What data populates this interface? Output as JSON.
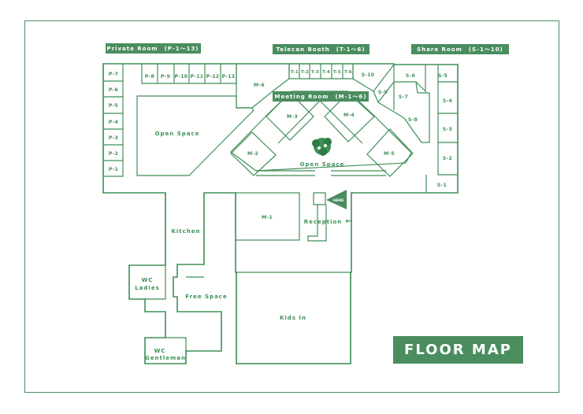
{
  "headers": {
    "private": "Private Room　(P-1～13)",
    "telecan": "Telecan Booth　(T-1～6)",
    "share": "Share Room　(S-1～10)",
    "meeting": "Meeting Room　(M-1～6)"
  },
  "title": "FLOOR MAP",
  "rooms": {
    "p1": "P-1",
    "p2": "P-2",
    "p3": "P-3",
    "p4": "P-4",
    "p5": "P-5",
    "p6": "P-6",
    "p7": "P-7",
    "p8": "P-8",
    "p9": "P-9",
    "p10": "P-10",
    "p11": "P-11",
    "p12": "P-12",
    "p13": "P-13",
    "t1": "T-1",
    "t2": "T-2",
    "t3": "T-3",
    "t4": "T-4",
    "t5": "T-5",
    "t6": "T-6",
    "s1": "S-1",
    "s2": "S-2",
    "s3": "S-3",
    "s4": "S-4",
    "s5": "S-5",
    "s6": "S-6",
    "s7": "S-7",
    "s8": "S-8",
    "s9": "S-9",
    "s10": "S-10",
    "m1": "M-1",
    "m2": "M-2",
    "m3": "M-3",
    "m4": "M-4",
    "m5": "M-5",
    "m6": "M-6"
  },
  "areas": {
    "open_space_left": "Open Space",
    "open_space_center": "Open Space",
    "kitchen": "Kitchen",
    "reception": "Reception",
    "arrow": "←",
    "wc_ladies_1": "WC",
    "wc_ladies_2": "Ladies",
    "free_space": "Free Space",
    "kids_in": "Kids In",
    "wc_gentleman_1": "WC",
    "wc_gentleman_2": "Gentleman",
    "here": "HERE"
  },
  "colors": {
    "primary": "#4a8d5f",
    "line": "#3f8f57"
  },
  "icons": {
    "tree": "tree-icon",
    "here_marker": "here-marker-icon"
  }
}
